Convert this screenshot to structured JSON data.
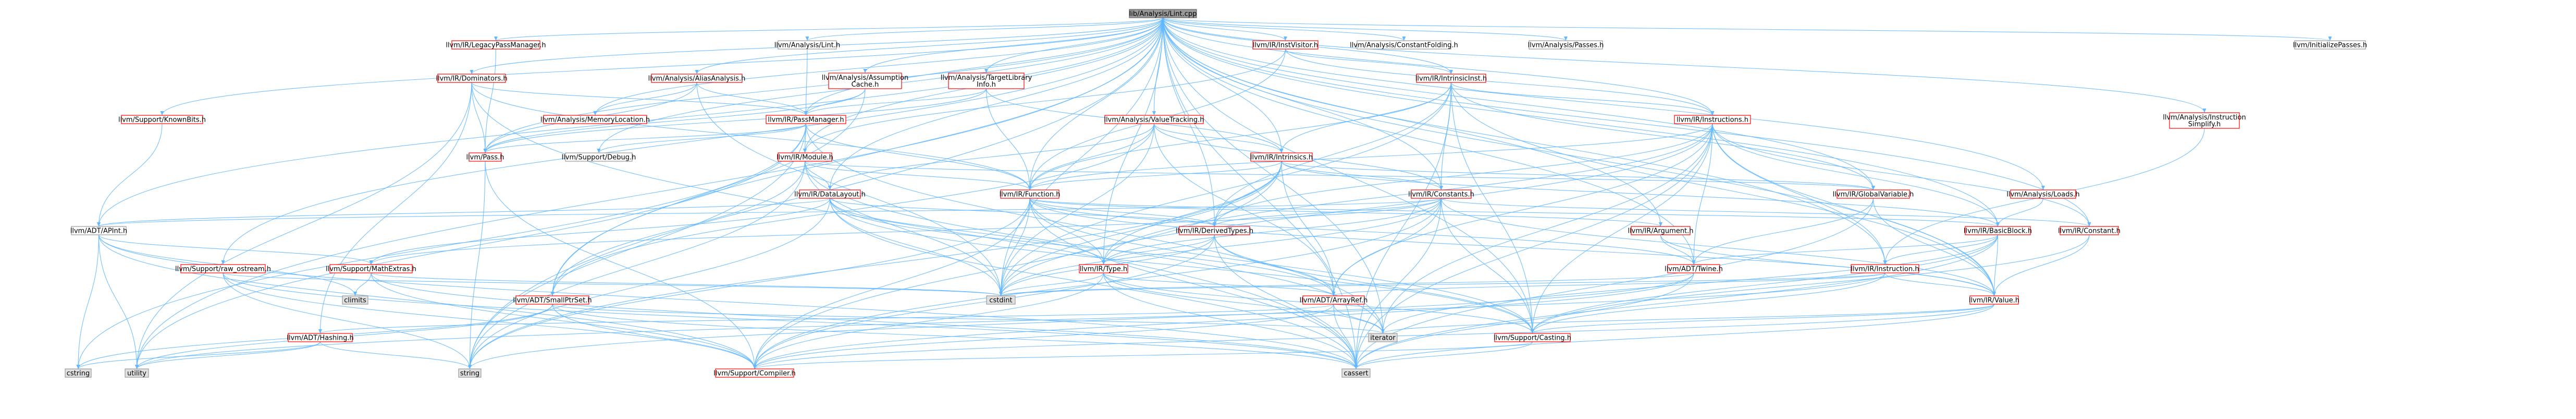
{
  "colors": {
    "root_fill": "#999999",
    "root_border": "#666666",
    "doc_fill": "#ffffff",
    "doc_border": "#ff0000",
    "plain_border": "#999999",
    "system_fill": "#e0e0e0",
    "system_border": "#999999",
    "edge": "#63b8ff"
  },
  "nodes": [
    {
      "id": "root",
      "label": "lib/Analysis/Lint.cpp",
      "kind": "root"
    },
    {
      "id": "legacy_pm",
      "label": "llvm/IR/LegacyPassManager.h",
      "kind": "doc"
    },
    {
      "id": "lint_h",
      "label": "llvm/Analysis/Lint.h",
      "kind": "plain"
    },
    {
      "id": "inst_visitor",
      "label": "llvm/IR/InstVisitor.h",
      "kind": "doc"
    },
    {
      "id": "const_folding",
      "label": "llvm/Analysis/ConstantFolding.h",
      "kind": "plain"
    },
    {
      "id": "passes",
      "label": "llvm/Analysis/Passes.h",
      "kind": "plain"
    },
    {
      "id": "init_passes",
      "label": "llvm/InitializePasses.h",
      "kind": "plain"
    },
    {
      "id": "dominators",
      "label": "llvm/IR/Dominators.h",
      "kind": "doc"
    },
    {
      "id": "alias_analysis",
      "label": "llvm/Analysis/AliasAnalysis.h",
      "kind": "doc"
    },
    {
      "id": "assumption_cache",
      "label": "llvm/Analysis/Assumption\nCache.h",
      "kind": "doc"
    },
    {
      "id": "tli",
      "label": "llvm/Analysis/TargetLibrary\nInfo.h",
      "kind": "doc"
    },
    {
      "id": "intrinsic_inst",
      "label": "llvm/IR/IntrinsicInst.h",
      "kind": "doc"
    },
    {
      "id": "known_bits",
      "label": "llvm/Support/KnownBits.h",
      "kind": "doc"
    },
    {
      "id": "mem_loc",
      "label": "llvm/Analysis/MemoryLocation.h",
      "kind": "doc"
    },
    {
      "id": "pass_manager",
      "label": "llvm/IR/PassManager.h",
      "kind": "doc"
    },
    {
      "id": "value_tracking",
      "label": "llvm/Analysis/ValueTracking.h",
      "kind": "doc"
    },
    {
      "id": "instructions",
      "label": "llvm/IR/Instructions.h",
      "kind": "doc"
    },
    {
      "id": "inst_simplify",
      "label": "llvm/Analysis/Instruction\nSimplify.h",
      "kind": "doc"
    },
    {
      "id": "pass_h",
      "label": "llvm/Pass.h",
      "kind": "doc"
    },
    {
      "id": "support_debug",
      "label": "llvm/Support/Debug.h",
      "kind": "plain"
    },
    {
      "id": "module",
      "label": "llvm/IR/Module.h",
      "kind": "doc"
    },
    {
      "id": "intrinsics",
      "label": "llvm/IR/Intrinsics.h",
      "kind": "doc"
    },
    {
      "id": "function",
      "label": "llvm/IR/Function.h",
      "kind": "doc"
    },
    {
      "id": "constants",
      "label": "llvm/IR/Constants.h",
      "kind": "doc"
    },
    {
      "id": "global_var",
      "label": "llvm/IR/GlobalVariable.h",
      "kind": "doc"
    },
    {
      "id": "loads",
      "label": "llvm/Analysis/Loads.h",
      "kind": "doc"
    },
    {
      "id": "data_layout",
      "label": "llvm/IR/DataLayout.h",
      "kind": "doc"
    },
    {
      "id": "derived_types",
      "label": "llvm/IR/DerivedTypes.h",
      "kind": "doc"
    },
    {
      "id": "argument",
      "label": "llvm/IR/Argument.h",
      "kind": "doc"
    },
    {
      "id": "basic_block",
      "label": "llvm/IR/BasicBlock.h",
      "kind": "doc"
    },
    {
      "id": "constant",
      "label": "llvm/IR/Constant.h",
      "kind": "doc"
    },
    {
      "id": "apint",
      "label": "llvm/ADT/APInt.h",
      "kind": "plain"
    },
    {
      "id": "raw_ostream",
      "label": "llvm/Support/raw_ostream.h",
      "kind": "doc"
    },
    {
      "id": "math_extras",
      "label": "llvm/Support/MathExtras.h",
      "kind": "doc"
    },
    {
      "id": "type",
      "label": "llvm/IR/Type.h",
      "kind": "doc"
    },
    {
      "id": "twine",
      "label": "llvm/ADT/Twine.h",
      "kind": "doc"
    },
    {
      "id": "instruction",
      "label": "llvm/IR/Instruction.h",
      "kind": "doc"
    },
    {
      "id": "climits",
      "label": "climits",
      "kind": "system"
    },
    {
      "id": "small_ptr_set",
      "label": "llvm/ADT/SmallPtrSet.h",
      "kind": "doc"
    },
    {
      "id": "cstdint",
      "label": "cstdint",
      "kind": "system"
    },
    {
      "id": "array_ref",
      "label": "llvm/ADT/ArrayRef.h",
      "kind": "doc"
    },
    {
      "id": "value",
      "label": "llvm/IR/Value.h",
      "kind": "doc"
    },
    {
      "id": "hashing",
      "label": "llvm/ADT/Hashing.h",
      "kind": "doc"
    },
    {
      "id": "iterator",
      "label": "iterator",
      "kind": "system"
    },
    {
      "id": "casting",
      "label": "llvm/Support/Casting.h",
      "kind": "doc"
    },
    {
      "id": "cstring",
      "label": "cstring",
      "kind": "system"
    },
    {
      "id": "utility",
      "label": "utility",
      "kind": "system"
    },
    {
      "id": "string",
      "label": "string",
      "kind": "system"
    },
    {
      "id": "compiler",
      "label": "llvm/Support/Compiler.h",
      "kind": "doc"
    },
    {
      "id": "cassert",
      "label": "cassert",
      "kind": "system"
    }
  ],
  "edges": [
    [
      "root",
      "legacy_pm"
    ],
    [
      "root",
      "lint_h"
    ],
    [
      "root",
      "inst_visitor"
    ],
    [
      "root",
      "const_folding"
    ],
    [
      "root",
      "passes"
    ],
    [
      "root",
      "init_passes"
    ],
    [
      "root",
      "dominators"
    ],
    [
      "root",
      "alias_analysis"
    ],
    [
      "root",
      "assumption_cache"
    ],
    [
      "root",
      "tli"
    ],
    [
      "root",
      "intrinsic_inst"
    ],
    [
      "root",
      "known_bits"
    ],
    [
      "root",
      "mem_loc"
    ],
    [
      "root",
      "pass_manager"
    ],
    [
      "root",
      "value_tracking"
    ],
    [
      "root",
      "instructions"
    ],
    [
      "root",
      "inst_simplify"
    ],
    [
      "root",
      "pass_h"
    ],
    [
      "root",
      "support_debug"
    ],
    [
      "root",
      "module"
    ],
    [
      "root",
      "intrinsics"
    ],
    [
      "root",
      "function"
    ],
    [
      "root",
      "constants"
    ],
    [
      "root",
      "global_var"
    ],
    [
      "root",
      "loads"
    ],
    [
      "root",
      "data_layout"
    ],
    [
      "root",
      "derived_types"
    ],
    [
      "root",
      "argument"
    ],
    [
      "root",
      "basic_block"
    ],
    [
      "root",
      "constant"
    ],
    [
      "root",
      "apint"
    ],
    [
      "root",
      "raw_ostream"
    ],
    [
      "root",
      "type"
    ],
    [
      "root",
      "twine"
    ],
    [
      "root",
      "instruction"
    ],
    [
      "root",
      "small_ptr_set"
    ],
    [
      "root",
      "value"
    ],
    [
      "root",
      "casting"
    ],
    [
      "root",
      "cstdint"
    ],
    [
      "root",
      "cassert"
    ],
    [
      "root",
      "iterator"
    ],
    [
      "root",
      "string"
    ],
    [
      "root",
      "utility"
    ],
    [
      "legacy_pm",
      "pass_h"
    ],
    [
      "lint_h",
      "pass_manager"
    ],
    [
      "inst_visitor",
      "function"
    ],
    [
      "inst_visitor",
      "intrinsic_inst"
    ],
    [
      "inst_visitor",
      "instructions"
    ],
    [
      "inst_visitor",
      "module"
    ],
    [
      "dominators",
      "pass_h"
    ],
    [
      "dominators",
      "pass_manager"
    ],
    [
      "dominators",
      "function"
    ],
    [
      "dominators",
      "hashing"
    ],
    [
      "dominators",
      "cassert"
    ],
    [
      "dominators",
      "utility"
    ],
    [
      "alias_analysis",
      "mem_loc"
    ],
    [
      "alias_analysis",
      "pass_h"
    ],
    [
      "alias_analysis",
      "pass_manager"
    ],
    [
      "alias_analysis",
      "cstdint"
    ],
    [
      "assumption_cache",
      "pass_h"
    ],
    [
      "assumption_cache",
      "pass_manager"
    ],
    [
      "assumption_cache",
      "small_ptr_set"
    ],
    [
      "tli",
      "pass_h"
    ],
    [
      "tli",
      "pass_manager"
    ],
    [
      "tli",
      "function"
    ],
    [
      "tli",
      "intrinsics"
    ],
    [
      "intrinsic_inst",
      "instructions"
    ],
    [
      "intrinsic_inst",
      "constants"
    ],
    [
      "intrinsic_inst",
      "derived_types"
    ],
    [
      "intrinsic_inst",
      "function"
    ],
    [
      "intrinsic_inst",
      "intrinsics"
    ],
    [
      "intrinsic_inst",
      "value"
    ],
    [
      "intrinsic_inst",
      "casting"
    ],
    [
      "intrinsic_inst",
      "cassert"
    ],
    [
      "intrinsic_inst",
      "cstdint"
    ],
    [
      "intrinsic_inst",
      "global_var"
    ],
    [
      "known_bits",
      "apint"
    ],
    [
      "pass_manager",
      "module"
    ],
    [
      "pass_manager",
      "function"
    ],
    [
      "pass_manager",
      "pass_h"
    ],
    [
      "pass_manager",
      "support_debug"
    ],
    [
      "pass_manager",
      "cstring"
    ],
    [
      "pass_manager",
      "iterator"
    ],
    [
      "pass_manager",
      "utility"
    ],
    [
      "pass_manager",
      "string"
    ],
    [
      "value_tracking",
      "data_layout"
    ],
    [
      "value_tracking",
      "intrinsics"
    ],
    [
      "value_tracking",
      "constants"
    ],
    [
      "value_tracking",
      "function"
    ],
    [
      "value_tracking",
      "cstdint"
    ],
    [
      "value_tracking",
      "small_ptr_set"
    ],
    [
      "value_tracking",
      "array_ref"
    ],
    [
      "instructions",
      "basic_block"
    ],
    [
      "instructions",
      "constant"
    ],
    [
      "instructions",
      "derived_types"
    ],
    [
      "instructions",
      "instruction"
    ],
    [
      "instructions",
      "type"
    ],
    [
      "instructions",
      "value"
    ],
    [
      "instructions",
      "twine"
    ],
    [
      "instructions",
      "array_ref"
    ],
    [
      "instructions",
      "casting"
    ],
    [
      "instructions",
      "cassert"
    ],
    [
      "instructions",
      "iterator"
    ],
    [
      "instructions",
      "cstdint"
    ],
    [
      "instructions",
      "function"
    ],
    [
      "inst_simplify",
      "instruction"
    ],
    [
      "pass_h",
      "string"
    ],
    [
      "pass_h",
      "compiler"
    ],
    [
      "module",
      "function"
    ],
    [
      "module",
      "data_layout"
    ],
    [
      "module",
      "global_var"
    ],
    [
      "module",
      "iterator"
    ],
    [
      "module",
      "string"
    ],
    [
      "module",
      "cstdint"
    ],
    [
      "module",
      "small_ptr_set"
    ],
    [
      "module",
      "cstddef"
    ],
    [
      "intrinsics",
      "type"
    ],
    [
      "intrinsics",
      "array_ref"
    ],
    [
      "intrinsics",
      "derived_types"
    ],
    [
      "intrinsics",
      "string"
    ],
    [
      "intrinsics",
      "cstdint"
    ],
    [
      "intrinsics",
      "function"
    ],
    [
      "intrinsics",
      "constants"
    ],
    [
      "intrinsics",
      "global_var"
    ],
    [
      "intrinsics",
      "basic_block"
    ],
    [
      "intrinsics",
      "compiler"
    ],
    [
      "function",
      "argument"
    ],
    [
      "function",
      "basic_block"
    ],
    [
      "function",
      "derived_types"
    ],
    [
      "function",
      "type"
    ],
    [
      "function",
      "value"
    ],
    [
      "function",
      "twine"
    ],
    [
      "function",
      "casting"
    ],
    [
      "function",
      "cassert"
    ],
    [
      "function",
      "cstdint"
    ],
    [
      "function",
      "string"
    ],
    [
      "function",
      "compiler"
    ],
    [
      "constants",
      "apint"
    ],
    [
      "constants",
      "constant"
    ],
    [
      "constants",
      "derived_types"
    ],
    [
      "constants",
      "type"
    ],
    [
      "constants",
      "value"
    ],
    [
      "constants",
      "array_ref"
    ],
    [
      "constants",
      "casting"
    ],
    [
      "constants",
      "cassert"
    ],
    [
      "constants",
      "cstdint"
    ],
    [
      "constants",
      "compiler"
    ],
    [
      "constants",
      "math_extras"
    ],
    [
      "global_var",
      "twine"
    ],
    [
      "global_var",
      "value"
    ],
    [
      "global_var",
      "cassert"
    ],
    [
      "loads",
      "basic_block"
    ],
    [
      "data_layout",
      "type"
    ],
    [
      "data_layout",
      "derived_types"
    ],
    [
      "data_layout",
      "math_extras"
    ],
    [
      "data_layout",
      "apint"
    ],
    [
      "data_layout",
      "array_ref"
    ],
    [
      "data_layout",
      "casting"
    ],
    [
      "data_layout",
      "cassert"
    ],
    [
      "data_layout",
      "cstdint"
    ],
    [
      "data_layout",
      "string"
    ],
    [
      "derived_types",
      "type"
    ],
    [
      "derived_types",
      "array_ref"
    ],
    [
      "derived_types",
      "casting"
    ],
    [
      "derived_types",
      "cassert"
    ],
    [
      "derived_types",
      "cstdint"
    ],
    [
      "derived_types",
      "compiler"
    ],
    [
      "argument",
      "twine"
    ],
    [
      "argument",
      "value"
    ],
    [
      "basic_block",
      "twine"
    ],
    [
      "basic_block",
      "instruction"
    ],
    [
      "basic_block",
      "value"
    ],
    [
      "basic_block",
      "casting"
    ],
    [
      "basic_block",
      "cassert"
    ],
    [
      "basic_block",
      "iterator"
    ],
    [
      "basic_block",
      "cstddef"
    ],
    [
      "constant",
      "value"
    ],
    [
      "constant",
      "casting"
    ],
    [
      "apint",
      "math_extras"
    ],
    [
      "apint",
      "compiler"
    ],
    [
      "apint",
      "cassert"
    ],
    [
      "apint",
      "climits"
    ],
    [
      "apint",
      "cstring"
    ],
    [
      "apint",
      "utility"
    ],
    [
      "raw_ostream",
      "compiler"
    ],
    [
      "raw_ostream",
      "cassert"
    ],
    [
      "raw_ostream",
      "string"
    ],
    [
      "raw_ostream",
      "cstdint"
    ],
    [
      "math_extras",
      "compiler"
    ],
    [
      "math_extras",
      "climits"
    ],
    [
      "math_extras",
      "cstdint"
    ],
    [
      "math_extras",
      "cassert"
    ],
    [
      "type",
      "array_ref"
    ],
    [
      "type",
      "casting"
    ],
    [
      "type",
      "compiler"
    ],
    [
      "type",
      "cassert"
    ],
    [
      "type",
      "cstdint"
    ],
    [
      "type",
      "iterator"
    ],
    [
      "twine",
      "compiler"
    ],
    [
      "twine",
      "cassert"
    ],
    [
      "twine",
      "cstdint"
    ],
    [
      "twine",
      "string"
    ],
    [
      "instruction",
      "value"
    ],
    [
      "instruction",
      "casting"
    ],
    [
      "instruction",
      "cstdint"
    ],
    [
      "instruction",
      "utility"
    ],
    [
      "instruction",
      "array_ref"
    ],
    [
      "small_ptr_set",
      "compiler"
    ],
    [
      "small_ptr_set",
      "cassert"
    ],
    [
      "small_ptr_set",
      "cstring"
    ],
    [
      "small_ptr_set",
      "iterator"
    ],
    [
      "small_ptr_set",
      "utility"
    ],
    [
      "array_ref",
      "hashing"
    ],
    [
      "array_ref",
      "compiler"
    ],
    [
      "array_ref",
      "cassert"
    ],
    [
      "array_ref",
      "iterator"
    ],
    [
      "value",
      "casting"
    ],
    [
      "value",
      "compiler"
    ],
    [
      "value",
      "cassert"
    ],
    [
      "value",
      "iterator"
    ],
    [
      "hashing",
      "cstring"
    ],
    [
      "hashing",
      "string"
    ],
    [
      "hashing",
      "utility"
    ],
    [
      "casting",
      "compiler"
    ],
    [
      "casting",
      "cassert"
    ]
  ]
}
